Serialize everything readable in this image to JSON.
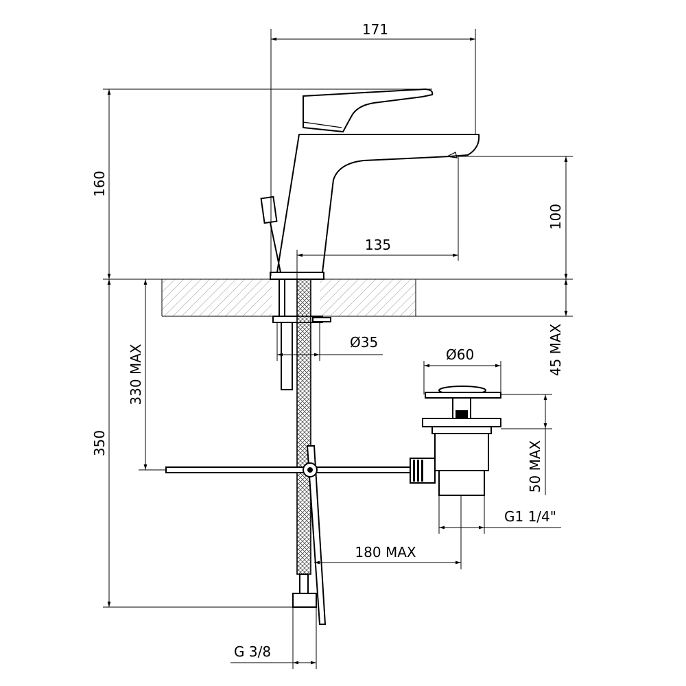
{
  "dimensions": {
    "spout_reach_total": "171",
    "total_height": "160",
    "spout_height": "100",
    "spout_reach": "135",
    "tap_hole_diameter": "Ø35",
    "waste_diameter": "Ø60",
    "max_deck_thickness": "45 MAX",
    "max_connection_depth": "330 MAX",
    "under_deck_length": "350",
    "waste_height": "50 MAX",
    "waste_thread": "G1 1/4\"",
    "pop_up_rod_max": "180 MAX",
    "supply_thread": "G 3/8"
  }
}
